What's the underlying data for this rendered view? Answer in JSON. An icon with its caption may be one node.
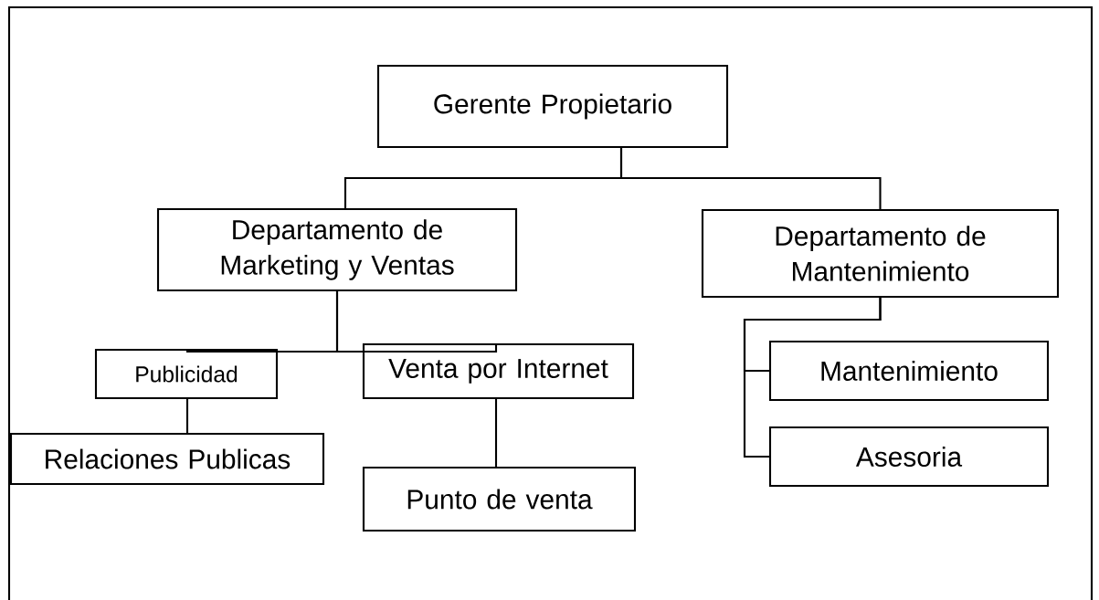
{
  "diagram": {
    "nodes": [
      {
        "text": [
          "Gerente Propietario"
        ]
      },
      {
        "text": [
          "Departamento de Marketing y Ventas"
        ]
      },
      {
        "text": [
          "Departamento de Mantenimiento"
        ]
      },
      {
        "text": [
          "Publicidad"
        ]
      },
      {
        "text": [
          "Relaciones Publicas"
        ]
      },
      {
        "text": [
          "Venta por Internet"
        ]
      },
      {
        "text": [
          "Punto de venta"
        ]
      },
      {
        "text": [
          "Mantenimiento"
        ]
      },
      {
        "text": [
          "Asesoria"
        ]
      }
    ],
    "edges": [
      {
        "from": 0,
        "to": 1,
        "arrow": "none"
      },
      {
        "from": 0,
        "to": 2,
        "arrow": "none"
      },
      {
        "from": 1,
        "to": 3,
        "arrow": "none"
      },
      {
        "from": 1,
        "to": 5,
        "arrow": "none"
      },
      {
        "from": 3,
        "to": 4,
        "arrow": "none"
      },
      {
        "from": 5,
        "to": 6,
        "arrow": "none"
      },
      {
        "from": 2,
        "to": 7,
        "arrow": "none"
      },
      {
        "from": 2,
        "to": 8,
        "arrow": "none"
      }
    ]
  }
}
